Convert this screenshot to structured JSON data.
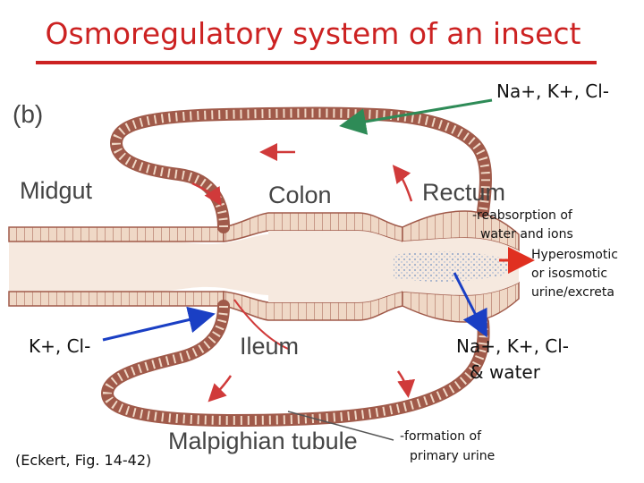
{
  "title": "Osmoregulatory system of an insect",
  "panel_label": "(b)",
  "labels": {
    "midgut": "Midgut",
    "colon": "Colon",
    "rectum": "Rectum",
    "ileum": "Ileum",
    "malpighian": "Malpighian tubule"
  },
  "annotations": {
    "ions_top": "Na+, K+, Cl-",
    "reabsorption_1": "-reabsorption of",
    "reabsorption_2": "water and ions",
    "urine_1": "Hyperosmotic",
    "urine_2": "or isosmotic",
    "urine_3": "urine/excreta",
    "ions_left": "K+, Cl-",
    "ions_right_1": "Na+, K+, Cl-",
    "ions_right_2": "& water",
    "formation_1": "-formation of",
    "formation_2": "primary urine",
    "citation": "(Eckert, Fig. 14-42)"
  },
  "colors": {
    "title": "#cc2222",
    "gut_fill": "#efd8c6",
    "cell_line": "#a05a4a",
    "arrow_green": "#2e8b57",
    "arrow_blue": "#1a3fc4",
    "arrow_red": "#d03a3a",
    "dots": "#7090c0"
  }
}
